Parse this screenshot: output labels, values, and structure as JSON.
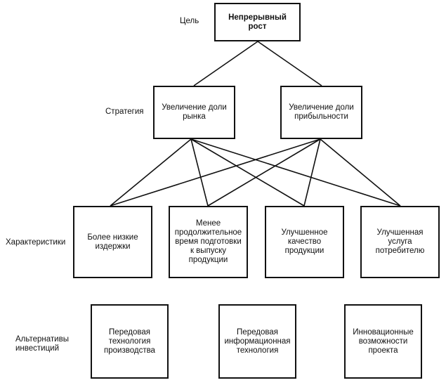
{
  "levels": {
    "goal": "Цель",
    "strategy": "Стратегия",
    "characteristics": "Характеристики",
    "investments": "Альтернативы\nинвестиций"
  },
  "goal": {
    "label": "Непрерывный рост"
  },
  "strategies": [
    {
      "label": "Увеличение доли\nрынка"
    },
    {
      "label": "Увеличение доли\nприбыльности"
    }
  ],
  "characteristics": [
    {
      "label": "Более низкие\nиздержки"
    },
    {
      "label": "Менее\nпродолжительное\nвремя подготовки\nк выпуску продукции"
    },
    {
      "label": "Улучшенное качество\nпродукции"
    },
    {
      "label": "Улучшенная услуга\nпотребителю"
    }
  ],
  "investments": [
    {
      "label": "Передовая\nтехнология\nпроизводства"
    },
    {
      "label": "Передовая\nинформационная\nтехнология"
    },
    {
      "label": "Инновационные\nвозможности\nпроекта"
    }
  ],
  "colors": {
    "line": "#111111",
    "border": "#111111",
    "background": "#ffffff"
  }
}
